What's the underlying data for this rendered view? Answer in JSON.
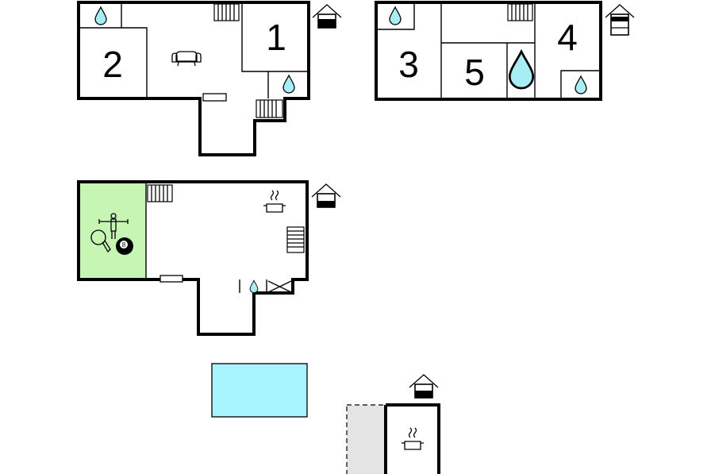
{
  "rooms": {
    "r1": "1",
    "r2": "2",
    "r3": "3",
    "r4": "4",
    "r5": "5",
    "table_ball": "8"
  },
  "colors": {
    "water": "#a8ecf4",
    "play_area": "#c6f5b4",
    "pool": "#a8f4ff",
    "terrace": "#e4e4e4",
    "wall": "#000000"
  },
  "icons": {
    "floor_marker": "house-floor-icon",
    "bathroom": "water-drop-icon",
    "stairs": "stairs-icon",
    "living": "sofa-icon",
    "kitchen": "cooking-pot-icon",
    "fitness": "fitness-icon",
    "table_tennis": "table-tennis-icon",
    "billiard": "billiard-ball-icon"
  }
}
